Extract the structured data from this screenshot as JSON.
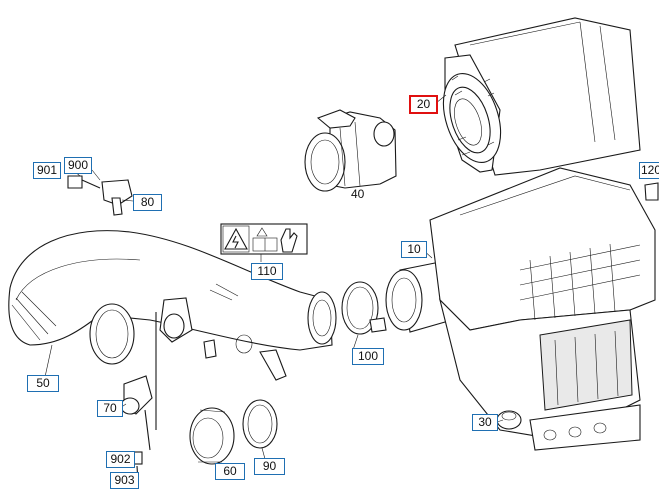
{
  "diagram": {
    "callouts": {
      "c20": "20",
      "c901": "901",
      "c900": "900",
      "c80": "80",
      "c10": "10",
      "c110": "110",
      "c120": "120",
      "c100": "100",
      "c50": "50",
      "c70": "70",
      "c30": "30",
      "c902": "902",
      "c903": "903",
      "c60": "60",
      "c90": "90"
    },
    "plain_labels": {
      "c40": "40"
    },
    "highlighted_callout": "20",
    "colors": {
      "callout_border": "#1f6fb2",
      "highlight_border": "#e01010",
      "line": "#1a1a1a"
    }
  }
}
